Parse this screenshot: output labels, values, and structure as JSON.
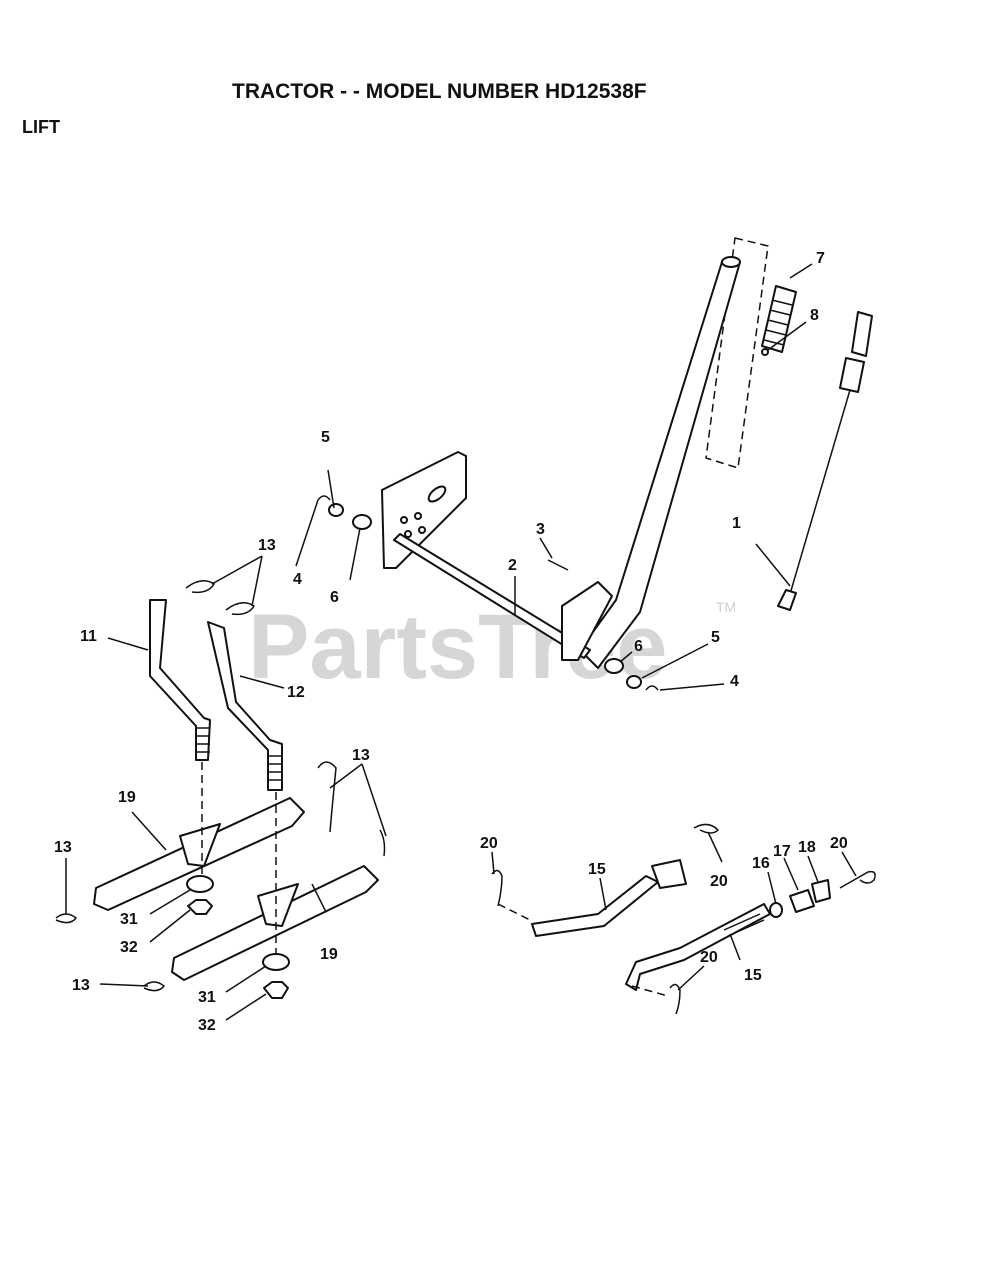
{
  "header": {
    "title": "TRACTOR - - MODEL NUMBER HD12538F",
    "section": "LIFT"
  },
  "watermark": {
    "text": "PartsTree",
    "trademark": "TM"
  },
  "callouts": {
    "c1": "1",
    "c2": "2",
    "c3": "3",
    "c4a": "4",
    "c4b": "4",
    "c5a": "5",
    "c5b": "5",
    "c6a": "6",
    "c6b": "6",
    "c7": "7",
    "c8": "8",
    "c11": "11",
    "c12": "12",
    "c13a": "13",
    "c13b": "13",
    "c13c": "13",
    "c13d": "13",
    "c15a": "15",
    "c15b": "15",
    "c16": "16",
    "c17": "17",
    "c18": "18",
    "c19a": "19",
    "c19b": "19",
    "c20a": "20",
    "c20b": "20",
    "c20c": "20",
    "c20d": "20",
    "c31a": "31",
    "c31b": "31",
    "c32a": "32",
    "c32b": "32"
  },
  "colors": {
    "line": "#111111",
    "watermark": "#d6d6d6",
    "background": "#ffffff"
  }
}
